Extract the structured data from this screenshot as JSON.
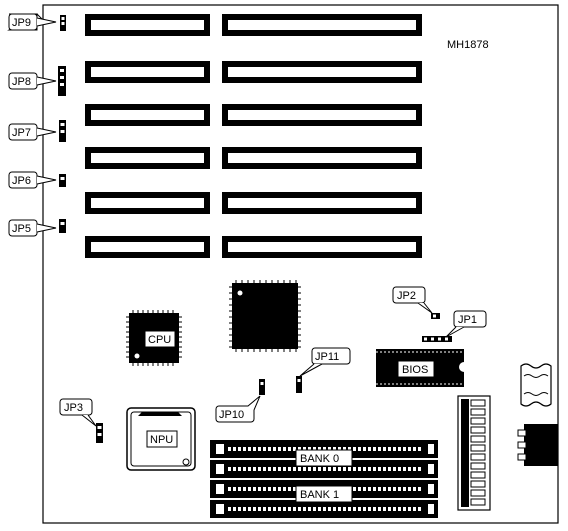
{
  "figure": {
    "model_code": "MH1878"
  },
  "jumpers": {
    "jp1": "JP1",
    "jp2": "JP2",
    "jp3": "JP3",
    "jp5": "JP5",
    "jp6": "JP6",
    "jp7": "JP7",
    "jp8": "JP8",
    "jp9": "JP9",
    "jp10": "JP10",
    "jp11": "JP11"
  },
  "chips": {
    "cpu": "CPU",
    "npu": "NPU",
    "bios": "BIOS"
  },
  "memory": {
    "bank0": "BANK 0",
    "bank1": "BANK 1"
  }
}
